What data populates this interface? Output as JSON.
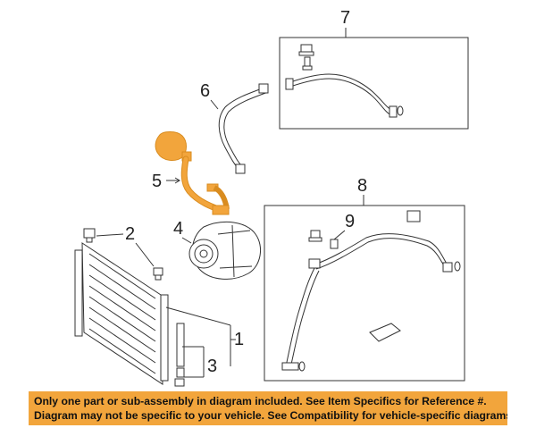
{
  "callouts": {
    "c1": "1",
    "c2": "2",
    "c3": "3",
    "c4": "4",
    "c5": "5",
    "c6": "6",
    "c7": "7",
    "c8": "8",
    "c9": "9"
  },
  "notice": {
    "line1": "Only one part or sub-assembly in diagram included. See Item Specifics for Reference #.",
    "line2": "Diagram may not be specific to your vehicle. See Compatibility for vehicle-specific diagrams."
  },
  "colors": {
    "highlight": "#f2a53c",
    "line": "#333333"
  }
}
